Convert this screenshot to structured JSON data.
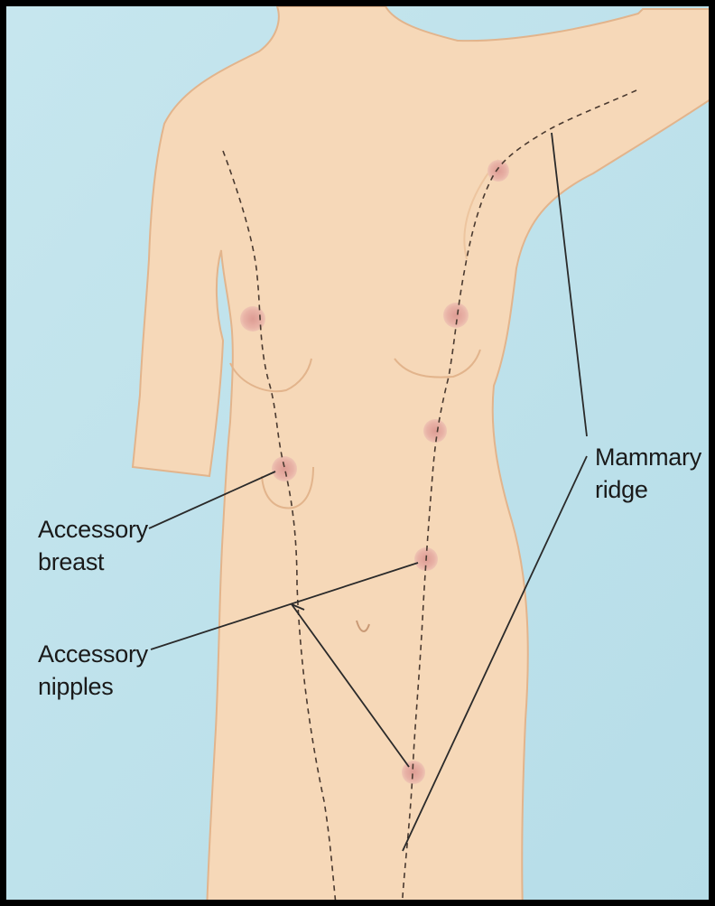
{
  "labels": {
    "accessory_breast": [
      "Accessory",
      "breast"
    ],
    "accessory_nipples": [
      "Accessory",
      "nipples"
    ],
    "mammary_ridge": [
      "Mammary",
      "ridge"
    ]
  },
  "colors": {
    "background": "#bfe3ec",
    "skin": "#f6d8b8",
    "skin_shadow": "#e9b98e",
    "nipple": "#e3a49c",
    "leader_line": "#2a2a2a",
    "frame": "#000000"
  }
}
